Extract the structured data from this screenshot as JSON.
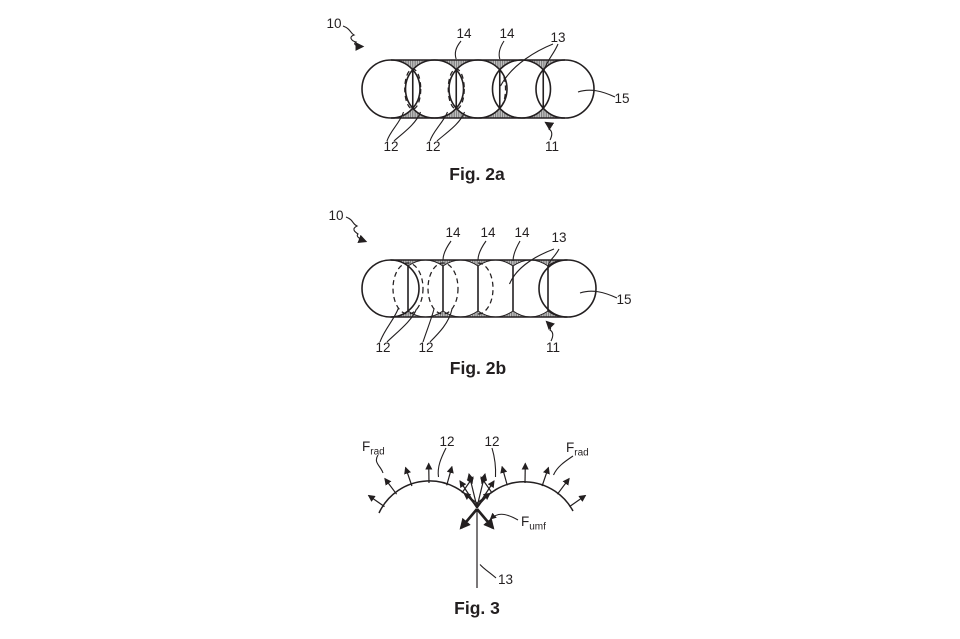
{
  "colors": {
    "line": "#231f20",
    "hatch_lines": "#6f6f6f",
    "background": "#ffffff"
  },
  "fig2a": {
    "caption": "Fig. 2a",
    "refs": {
      "r10": "10",
      "r14a": "14",
      "r14b": "14",
      "r13": "13",
      "r15": "15",
      "r12a": "12",
      "r12b": "12",
      "r11": "11"
    }
  },
  "fig2b": {
    "caption": "Fig. 2b",
    "refs": {
      "r10": "10",
      "r14a": "14",
      "r14b": "14",
      "r14c": "14",
      "r13": "13",
      "r15": "15",
      "r12a": "12",
      "r12b": "12",
      "r11": "11"
    }
  },
  "fig3": {
    "caption": "Fig. 3",
    "refs": {
      "r12a": "12",
      "r12b": "12",
      "r13": "13"
    },
    "forces": {
      "f_rad_left": {
        "base": "F",
        "sub": "rad"
      },
      "f_rad_right": {
        "base": "F",
        "sub": "rad"
      },
      "f_umf": {
        "base": "F",
        "sub": "umf"
      }
    }
  }
}
